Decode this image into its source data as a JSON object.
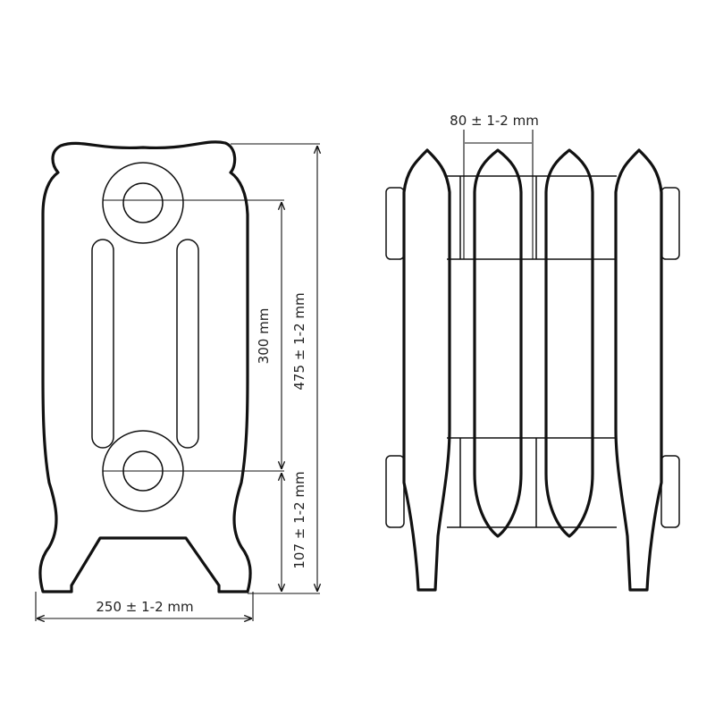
{
  "title": "Cast iron radiator section dimensions",
  "dimensions": {
    "total_height": "475 ± 1-2 mm",
    "center_distance": "300 mm",
    "bottom_to_center": "107 ± 1-2 mm",
    "depth": "250 ± 1-2 mm",
    "section_pitch": "80 ± 1-2 mm"
  },
  "colors": {
    "line": "#111111",
    "background": "#ffffff"
  }
}
